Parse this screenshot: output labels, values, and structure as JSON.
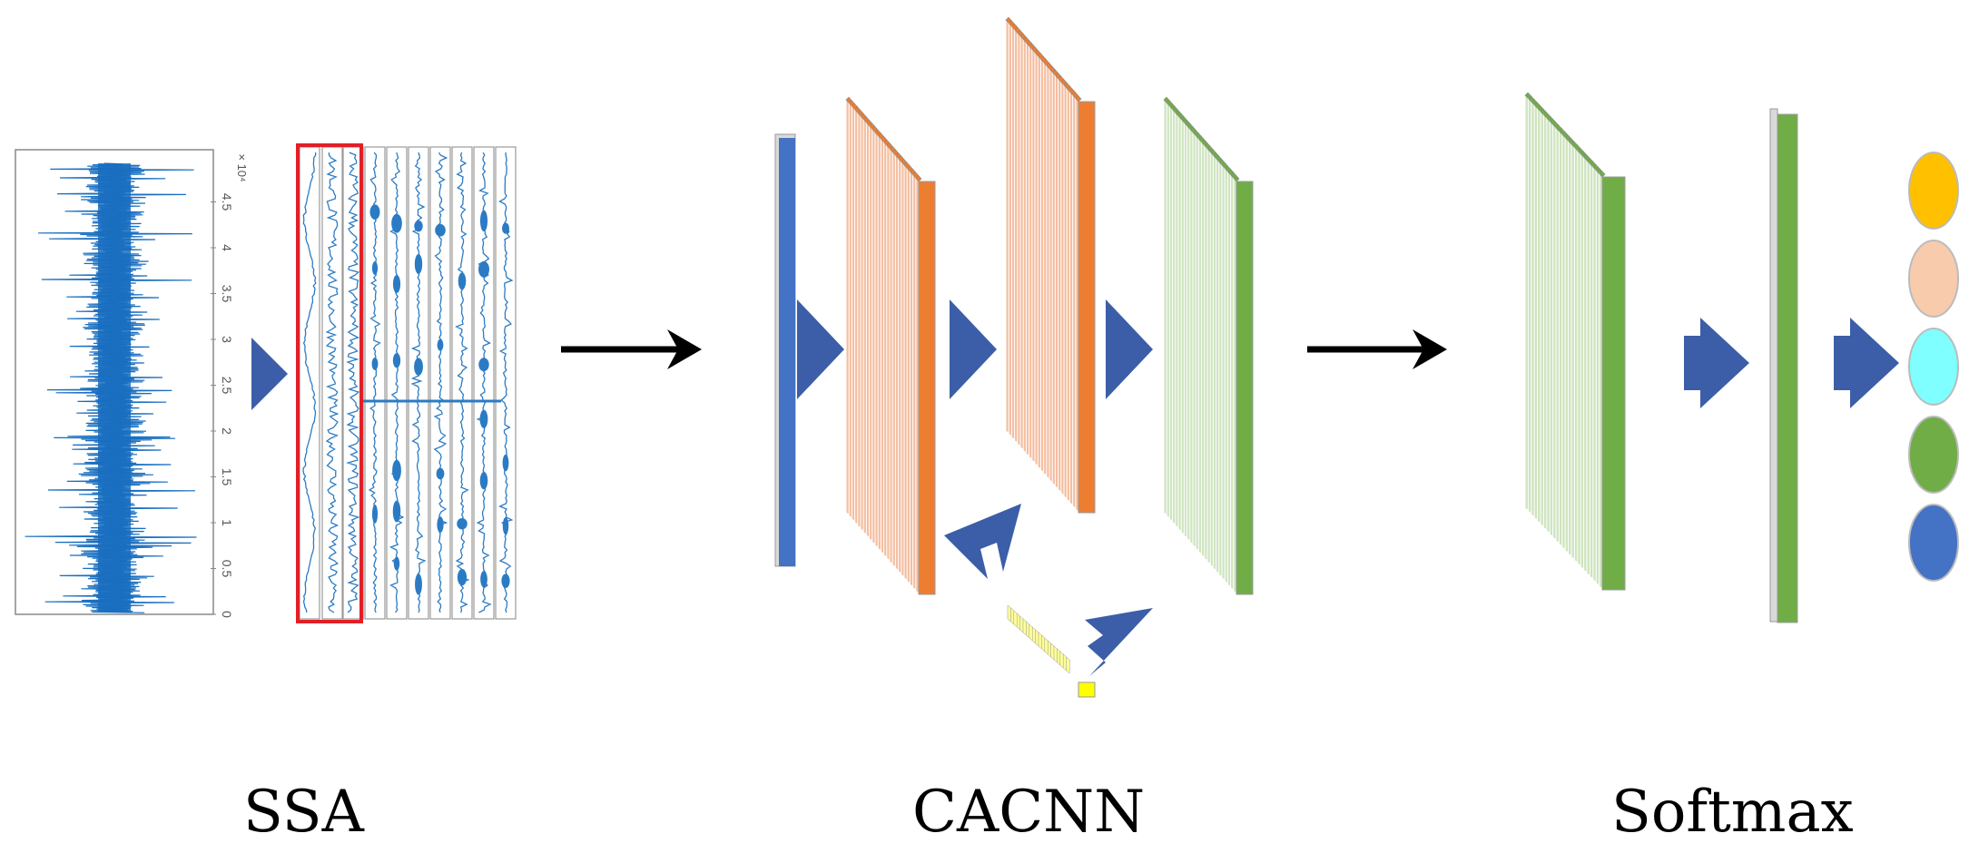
{
  "stages": [
    {
      "id": "ssa",
      "label": "SSA"
    },
    {
      "id": "cacnn",
      "label": "CACNN"
    },
    {
      "id": "softmax",
      "label": "Softmax"
    }
  ],
  "signal_plot": {
    "y_ticks": [
      "0",
      "0.5",
      "1",
      "1.5",
      "2",
      "2.5",
      "3",
      "3.5",
      "4",
      "4.5"
    ],
    "y_exponent": "× 10⁴"
  },
  "colors": {
    "signal": "#1a6fc0",
    "highlight_box": "#e21f26",
    "arrow_fill": "#3c5ea8",
    "flow_arrow": "#000000",
    "input_layer": "#4472c4",
    "conv_face": "#f4bea0",
    "conv_front": "#ed7d31",
    "pool_face": "#cfe4c0",
    "pool_front": "#70ad47",
    "attention_face": "#ffff99",
    "attention_front": "#ffff00"
  },
  "output_classes": [
    {
      "color": "#ffc000"
    },
    {
      "color": "#f8cbad"
    },
    {
      "color": "#7fffff"
    },
    {
      "color": "#70ad47"
    },
    {
      "color": "#4472c4"
    }
  ]
}
